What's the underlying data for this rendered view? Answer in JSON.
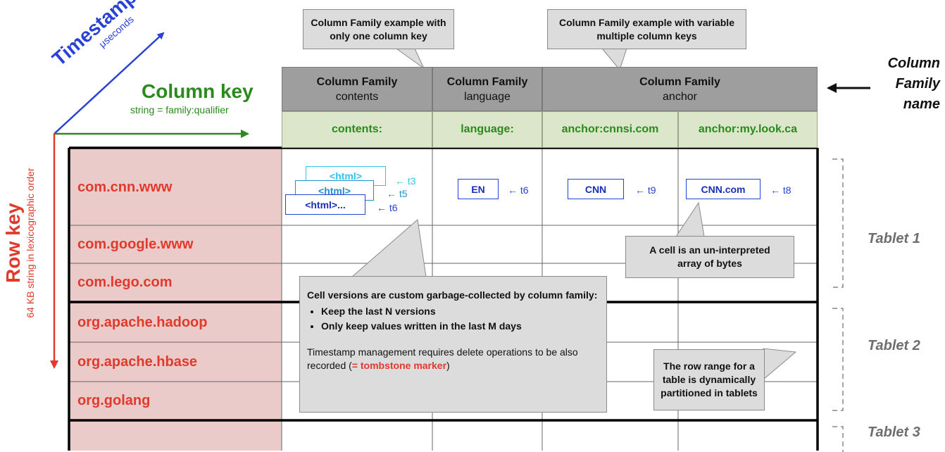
{
  "axes": {
    "timestamp": {
      "title": "Timestamp",
      "subtitle": "μseconds"
    },
    "column_key": {
      "title": "Column key",
      "subtitle": "string = family:qualifier"
    },
    "row_key": {
      "title": "Row key",
      "subtitle": "64 KB string in lexicographic order"
    }
  },
  "callouts": {
    "one_key": "Column Family example with only one column key",
    "multi_keys": "Column Family example with variable multiple column keys",
    "cell_bytes": "A cell is an un-interpreted array of bytes",
    "gc": {
      "intro": "Cell versions are custom garbage-collected by column family:",
      "bullets": [
        "Keep the last N versions",
        "Only keep values written in the last M days"
      ],
      "note_prefix": "Timestamp management requires delete operations to be also recorded (",
      "note_highlight": "= tombstone marker",
      "note_suffix": ")"
    },
    "tablets": "The row range for a table is dynamically partitioned in tablets"
  },
  "families": [
    {
      "title": "Column Family",
      "name": "contents"
    },
    {
      "title": "Column Family",
      "name": "language"
    },
    {
      "title": "Column Family",
      "name": "anchor"
    }
  ],
  "family_name_label": "Column Family name",
  "qualifiers": [
    "contents:",
    "language:",
    "anchor:cnnsi.com",
    "anchor:my.look.ca"
  ],
  "rows": [
    "com.cnn.www",
    "com.google.www",
    "com.lego.com",
    "org.apache.hadoop",
    "org.apache.hbase",
    "org.golang",
    ""
  ],
  "cells": {
    "contents_versions": [
      {
        "value": "<html>",
        "ts": "← t3"
      },
      {
        "value": "<html>",
        "ts": "← t5"
      },
      {
        "value": "<html>...",
        "ts": "← t6"
      }
    ],
    "language": {
      "value": "EN",
      "ts": "← t6"
    },
    "anchor_cnnsi": {
      "value": "CNN",
      "ts": "← t9"
    },
    "anchor_mylook": {
      "value": "CNN.com",
      "ts": "← t8"
    }
  },
  "tablets": [
    "Tablet 1",
    "Tablet 2",
    "Tablet 3"
  ],
  "colors": {
    "row_key": "#e03a2c",
    "column_key": "#2a8a1c",
    "timestamp": "#2942d6",
    "rowkey_bg": "#ebcaca",
    "qualifier_bg": "#dbe6cb",
    "family_bg": "#9e9e9e"
  }
}
